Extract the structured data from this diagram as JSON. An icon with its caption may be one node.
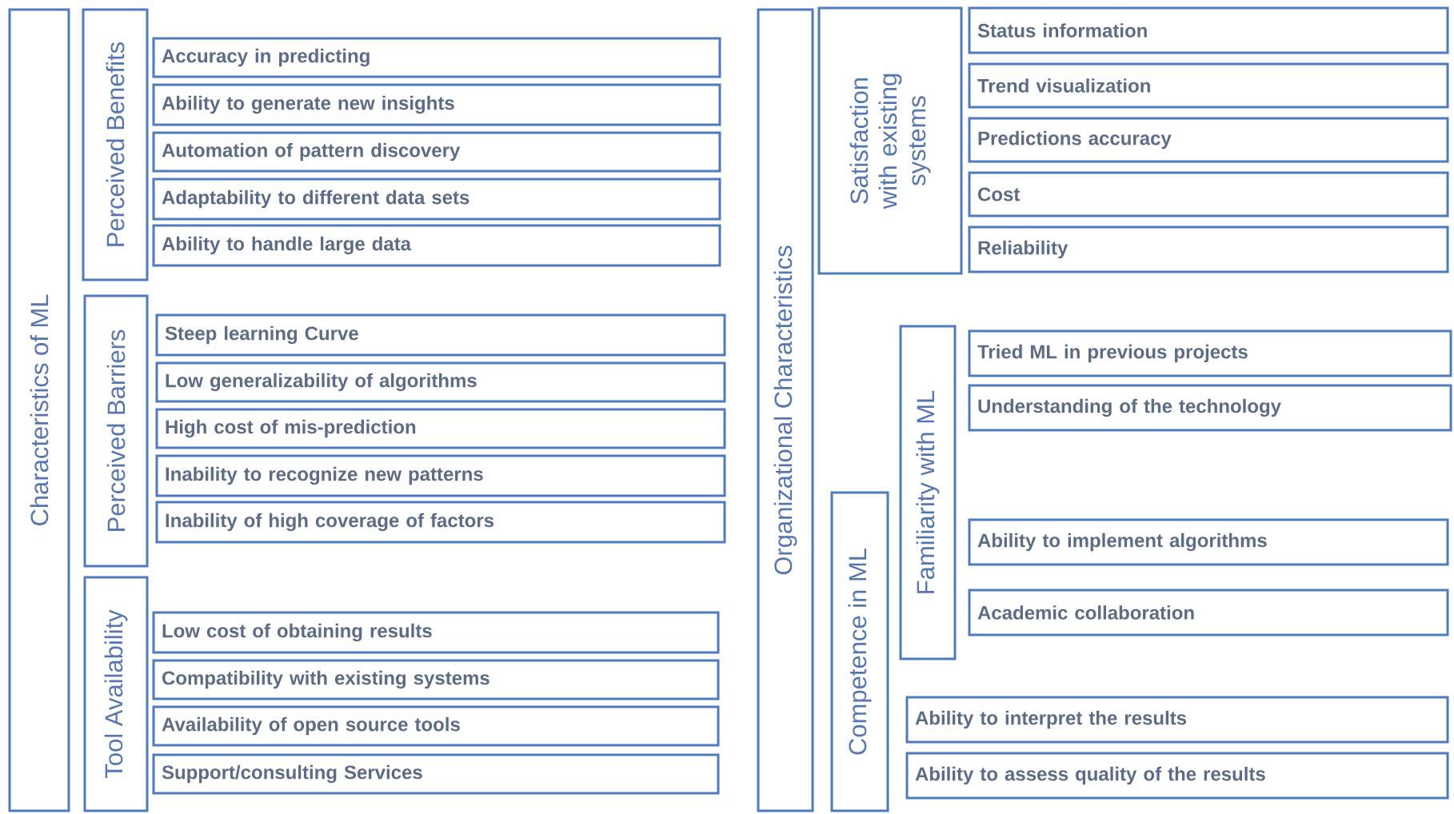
{
  "diagram": {
    "nodes": [
      {
        "text": [
          "Characteristics of ML"
        ]
      },
      {
        "text": [
          "Perceived Benefits"
        ]
      },
      {
        "text": [
          "Accuracy in predicting"
        ]
      },
      {
        "text": [
          "Ability to generate new insights"
        ]
      },
      {
        "text": [
          "Automation of pattern discovery"
        ]
      },
      {
        "text": [
          "Adaptability to different data sets"
        ]
      },
      {
        "text": [
          "Ability to handle large data"
        ]
      },
      {
        "text": [
          "Perceived Barriers"
        ]
      },
      {
        "text": [
          "Steep learning Curve"
        ]
      },
      {
        "text": [
          "Low generalizability of algorithms"
        ]
      },
      {
        "text": [
          "High cost of mis-prediction"
        ]
      },
      {
        "text": [
          "Inability to recognize new patterns"
        ]
      },
      {
        "text": [
          "Inability of high coverage of factors"
        ]
      },
      {
        "text": [
          "Tool Availability"
        ]
      },
      {
        "text": [
          "Low cost of obtaining results"
        ]
      },
      {
        "text": [
          "Compatibility with existing systems"
        ]
      },
      {
        "text": [
          "Availability of open source tools"
        ]
      },
      {
        "text": [
          "Support/consulting Services"
        ]
      },
      {
        "text": [
          "Organizational Characteristics"
        ]
      },
      {
        "text": [
          "Satisfaction with existing systems"
        ]
      },
      {
        "text": [
          "Status information"
        ]
      },
      {
        "text": [
          "Trend visualization"
        ]
      },
      {
        "text": [
          "Predictions accuracy"
        ]
      },
      {
        "text": [
          "Cost"
        ]
      },
      {
        "text": [
          "Reliability"
        ]
      },
      {
        "text": [
          "Familiarity with ML"
        ]
      },
      {
        "text": [
          "Tried ML in previous projects"
        ]
      },
      {
        "text": [
          "Understanding of the technology"
        ]
      },
      {
        "text": [
          "Ability to  implement algorithms"
        ]
      },
      {
        "text": [
          "Academic collaboration"
        ]
      },
      {
        "text": [
          "Competence in ML"
        ]
      },
      {
        "text": [
          "Ability to interpret the results"
        ]
      },
      {
        "text": [
          "Ability to assess quality of the results"
        ]
      }
    ]
  }
}
